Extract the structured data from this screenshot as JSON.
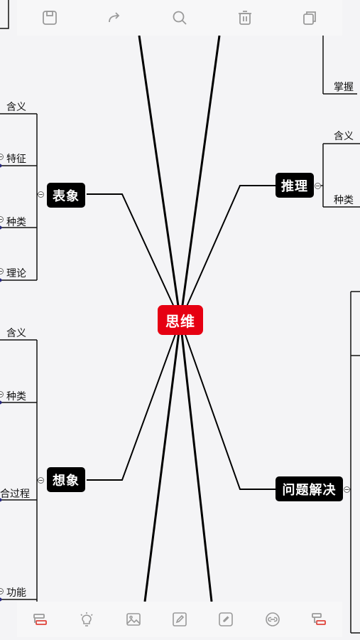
{
  "toolbar_top": {
    "buttons": [
      {
        "name": "save-icon"
      },
      {
        "name": "redo-icon"
      },
      {
        "name": "search-icon"
      },
      {
        "name": "delete-icon"
      },
      {
        "name": "copy-icon"
      }
    ]
  },
  "toolbar_bottom": {
    "buttons": [
      {
        "name": "add-sibling-icon"
      },
      {
        "name": "idea-icon"
      },
      {
        "name": "image-icon"
      },
      {
        "name": "edit-icon"
      },
      {
        "name": "attachment-icon"
      },
      {
        "name": "link-icon"
      },
      {
        "name": "add-child-icon"
      }
    ]
  },
  "mindmap": {
    "central": "思维",
    "branches": {
      "biaoxiang": "表象",
      "xiangxiang": "想象",
      "tuili": "推理",
      "wentijiejue": "问题解决"
    },
    "leaves": {
      "biaoxiang_hanyi": "含义",
      "biaoxiang_tezheng": "特征",
      "biaoxiang_zhonglei": "种类",
      "biaoxiang_lilun": "理论",
      "xiangxiang_hanyi": "含义",
      "xiangxiang_zhonglei": "种类",
      "xiangxiang_guocheng": "合过程",
      "xiangxiang_gongneng": "功能",
      "top_zhangwo": "掌握",
      "tuili_hanyi": "含义",
      "tuili_zhonglei": "种类"
    }
  },
  "colors": {
    "accent": "#e60012",
    "icon": "#9a9a9a",
    "icon_highlight": "#e0433a"
  }
}
